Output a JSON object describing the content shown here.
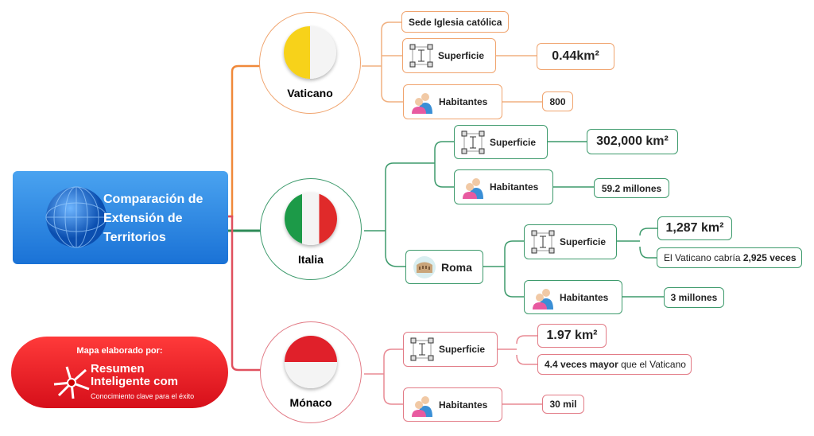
{
  "root": {
    "title_lines": [
      "Comparación de",
      "Extensión de",
      "Territorios"
    ],
    "icon": "globe-icon"
  },
  "badge": {
    "heading": "Mapa elaborado por:",
    "logo_line1": "Resumen",
    "logo_line2": "Inteligente com",
    "tagline": "Conocimiento clave para el éxito"
  },
  "colors": {
    "vaticano": "#f0893a",
    "italia": "#2e8b57",
    "monaco": "#e0505e",
    "root": "#2a86e3"
  },
  "vaticano": {
    "name": "Vaticano",
    "sede": "Sede Iglesia católica",
    "superficie_label": "Superficie",
    "superficie": "0.44km²",
    "habitantes_label": "Habitantes",
    "habitantes": "800"
  },
  "italia": {
    "name": "Italia",
    "superficie_label": "Superficie",
    "superficie": "302,000 km²",
    "habitantes_label": "Habitantes",
    "habitantes": "59.2 millones",
    "roma": {
      "name": "Roma",
      "superficie_label": "Superficie",
      "superficie": "1,287 km²",
      "comparacion_pre": "El Vaticano cabría ",
      "comparacion_bold": "2,925 veces",
      "habitantes_label": "Habitantes",
      "habitantes": "3 millones"
    }
  },
  "monaco": {
    "name": "Mónaco",
    "superficie_label": "Superficie",
    "superficie": "1.97 km²",
    "comparacion_bold": "4.4 veces mayor",
    "comparacion_post": " que el Vaticano",
    "habitantes_label": "Habitantes",
    "habitantes": "30 mil"
  }
}
